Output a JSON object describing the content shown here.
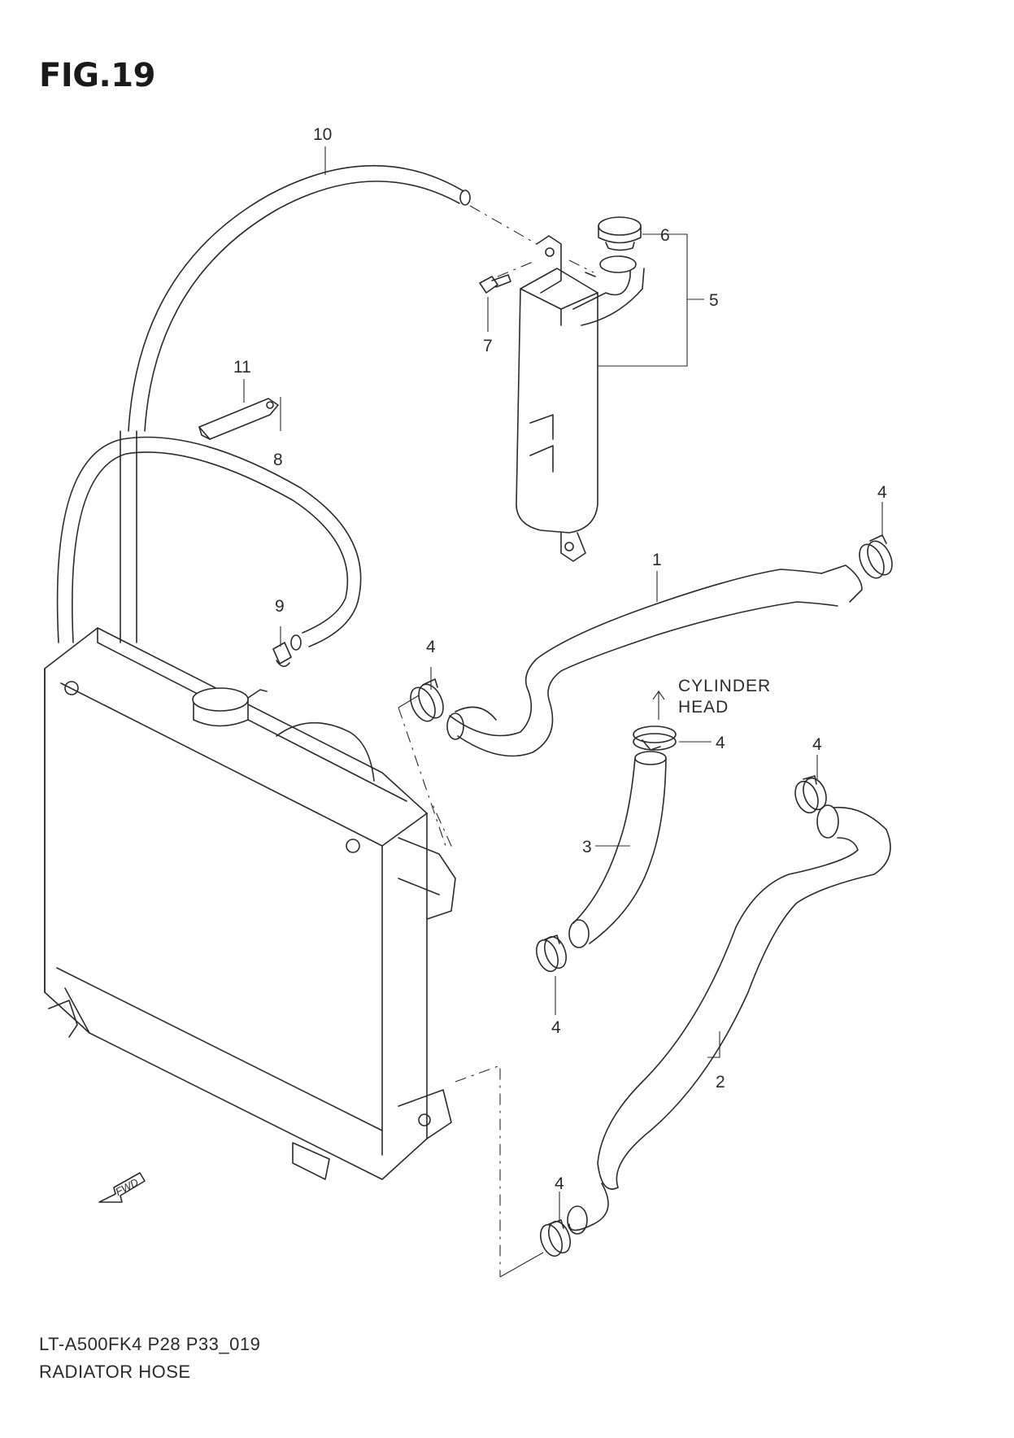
{
  "figure": {
    "title": "FIG.19"
  },
  "callouts": {
    "c1": "1",
    "c2": "2",
    "c3": "3",
    "c4a": "4",
    "c4b": "4",
    "c4c": "4",
    "c4d": "4",
    "c4e": "4",
    "c4f": "4",
    "c5": "5",
    "c6": "6",
    "c7": "7",
    "c8": "8",
    "c9": "9",
    "c10": "10",
    "c11": "11"
  },
  "annotations": {
    "cylinder_head_line1": "CYLINDER",
    "cylinder_head_line2": "HEAD",
    "fwd": "FWD"
  },
  "footer": {
    "code": "LT-A500FK4 P28 P33_019",
    "name": "RADIATOR HOSE"
  }
}
